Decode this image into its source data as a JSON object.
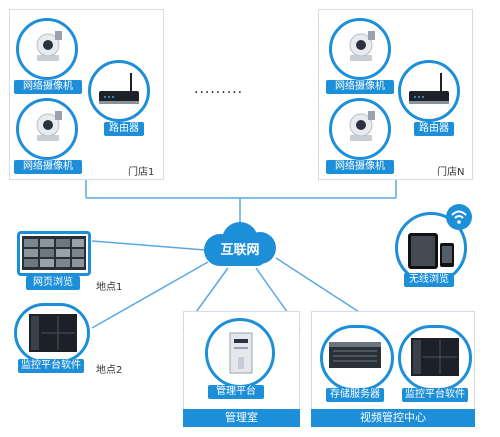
{
  "store1": {
    "cam_top_label": "网络摄像机",
    "cam_bottom_label": "网络摄像机",
    "router_label": "路由器",
    "name": "门店1"
  },
  "storeN": {
    "cam_top_label": "网络摄像机",
    "cam_bottom_label": "网络摄像机",
    "router_label": "路由器",
    "name": "门店N"
  },
  "ellipsis": "·········",
  "cloud_label": "互联网",
  "wireless": {
    "label": "无线浏览"
  },
  "site1": {
    "label": "网页浏览",
    "name": "地点1"
  },
  "site2": {
    "label": "监控平台软件",
    "name": "地点2"
  },
  "mgmt_room": {
    "device_label": "管理平台",
    "name": "管理室"
  },
  "video_center": {
    "storage_label": "存储服务器",
    "software_label": "监控平台软件",
    "name": "视频管控中心"
  },
  "colors": {
    "accent": "#1d8fd9",
    "line": "#5aa8e3",
    "panel_border": "#d4dde6"
  }
}
